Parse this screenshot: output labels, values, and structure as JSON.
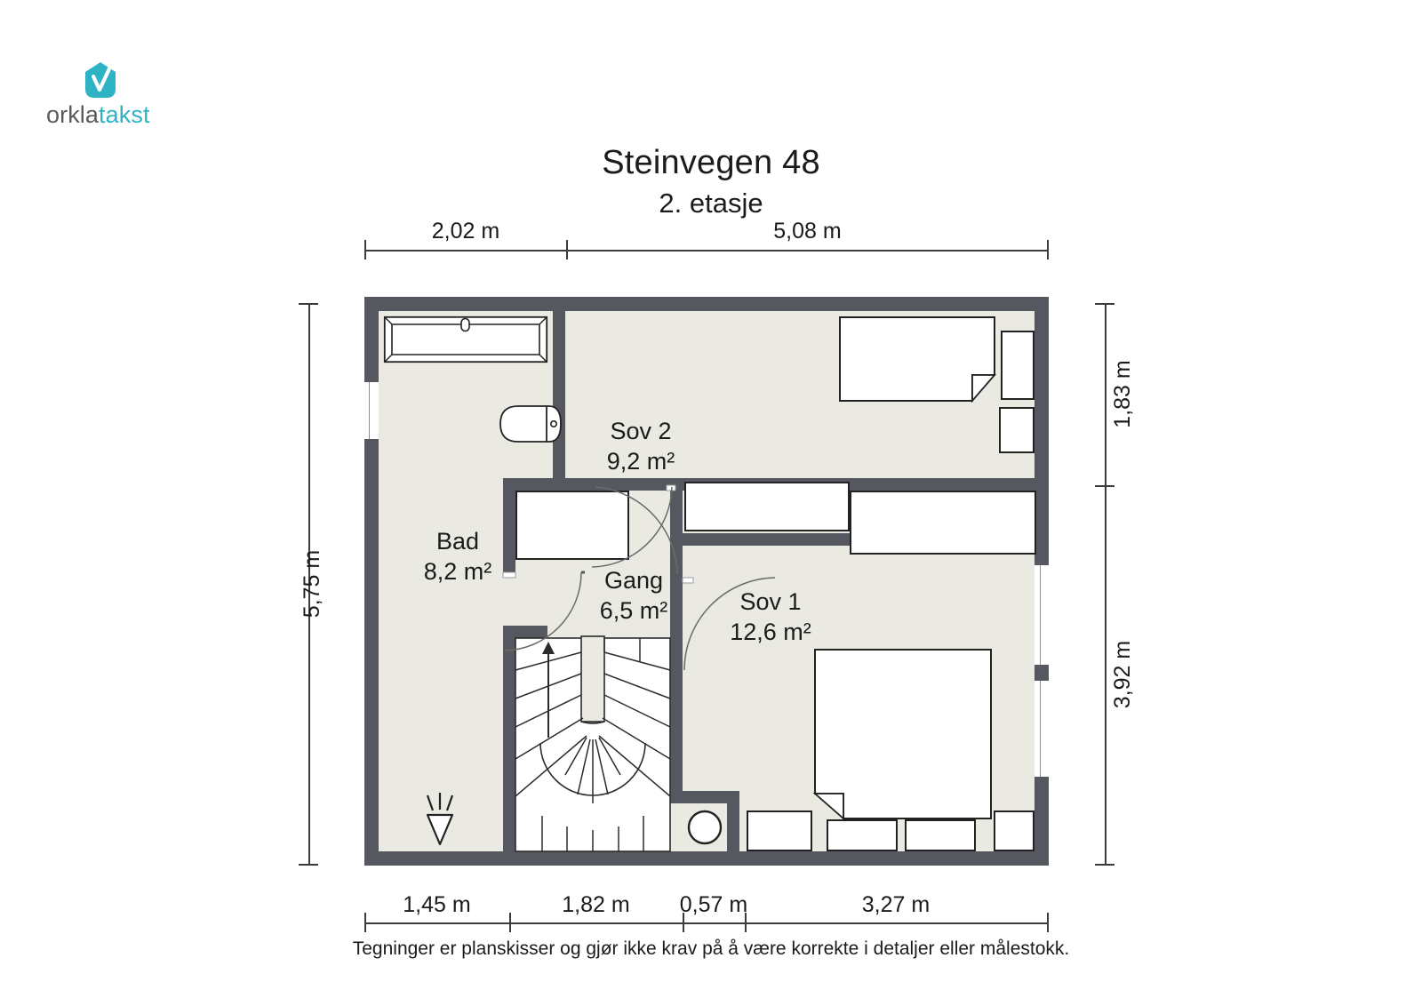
{
  "logo": {
    "name_part1": "orkla",
    "name_part2": "takst",
    "icon": "house-check-icon",
    "color_primary": "#2eb3c4",
    "color_secondary": "#58595b"
  },
  "header": {
    "title": "Steinvegen 48",
    "subtitle": "2. etasje"
  },
  "footer": {
    "disclaimer": "Tegninger er planskisser og gjør ikke krav på å være korrekte i detaljer eller målestokk."
  },
  "dimensions": {
    "top": [
      {
        "label": "2,02 m"
      },
      {
        "label": "5,08 m"
      }
    ],
    "bottom": [
      {
        "label": "1,45 m"
      },
      {
        "label": "1,82 m"
      },
      {
        "label": "0,57 m"
      },
      {
        "label": "3,27 m"
      }
    ],
    "left": [
      {
        "label": "5,75 m"
      }
    ],
    "right": [
      {
        "label": "1,83 m"
      },
      {
        "label": "3,92 m"
      }
    ]
  },
  "rooms": [
    {
      "name": "Bad",
      "area": "8,2 m²"
    },
    {
      "name": "Sov 2",
      "area": "9,2 m²"
    },
    {
      "name": "Gang",
      "area": "6,5 m²"
    },
    {
      "name": "Sov 1",
      "area": "12,6 m²"
    }
  ],
  "colors": {
    "wall": "#55585e",
    "floor": "#eaeae2",
    "fixture_fill": "#ffffff",
    "fixture_stroke": "#222222",
    "dimension_line": "#3b3b3b",
    "text": "#1b1b1b"
  },
  "symbols": {
    "stair_direction": "up-arrow-icon",
    "shower": "shower-icon",
    "bathtub": "bathtub-icon",
    "toilet": "toilet-icon",
    "sink": "sink-icon"
  }
}
